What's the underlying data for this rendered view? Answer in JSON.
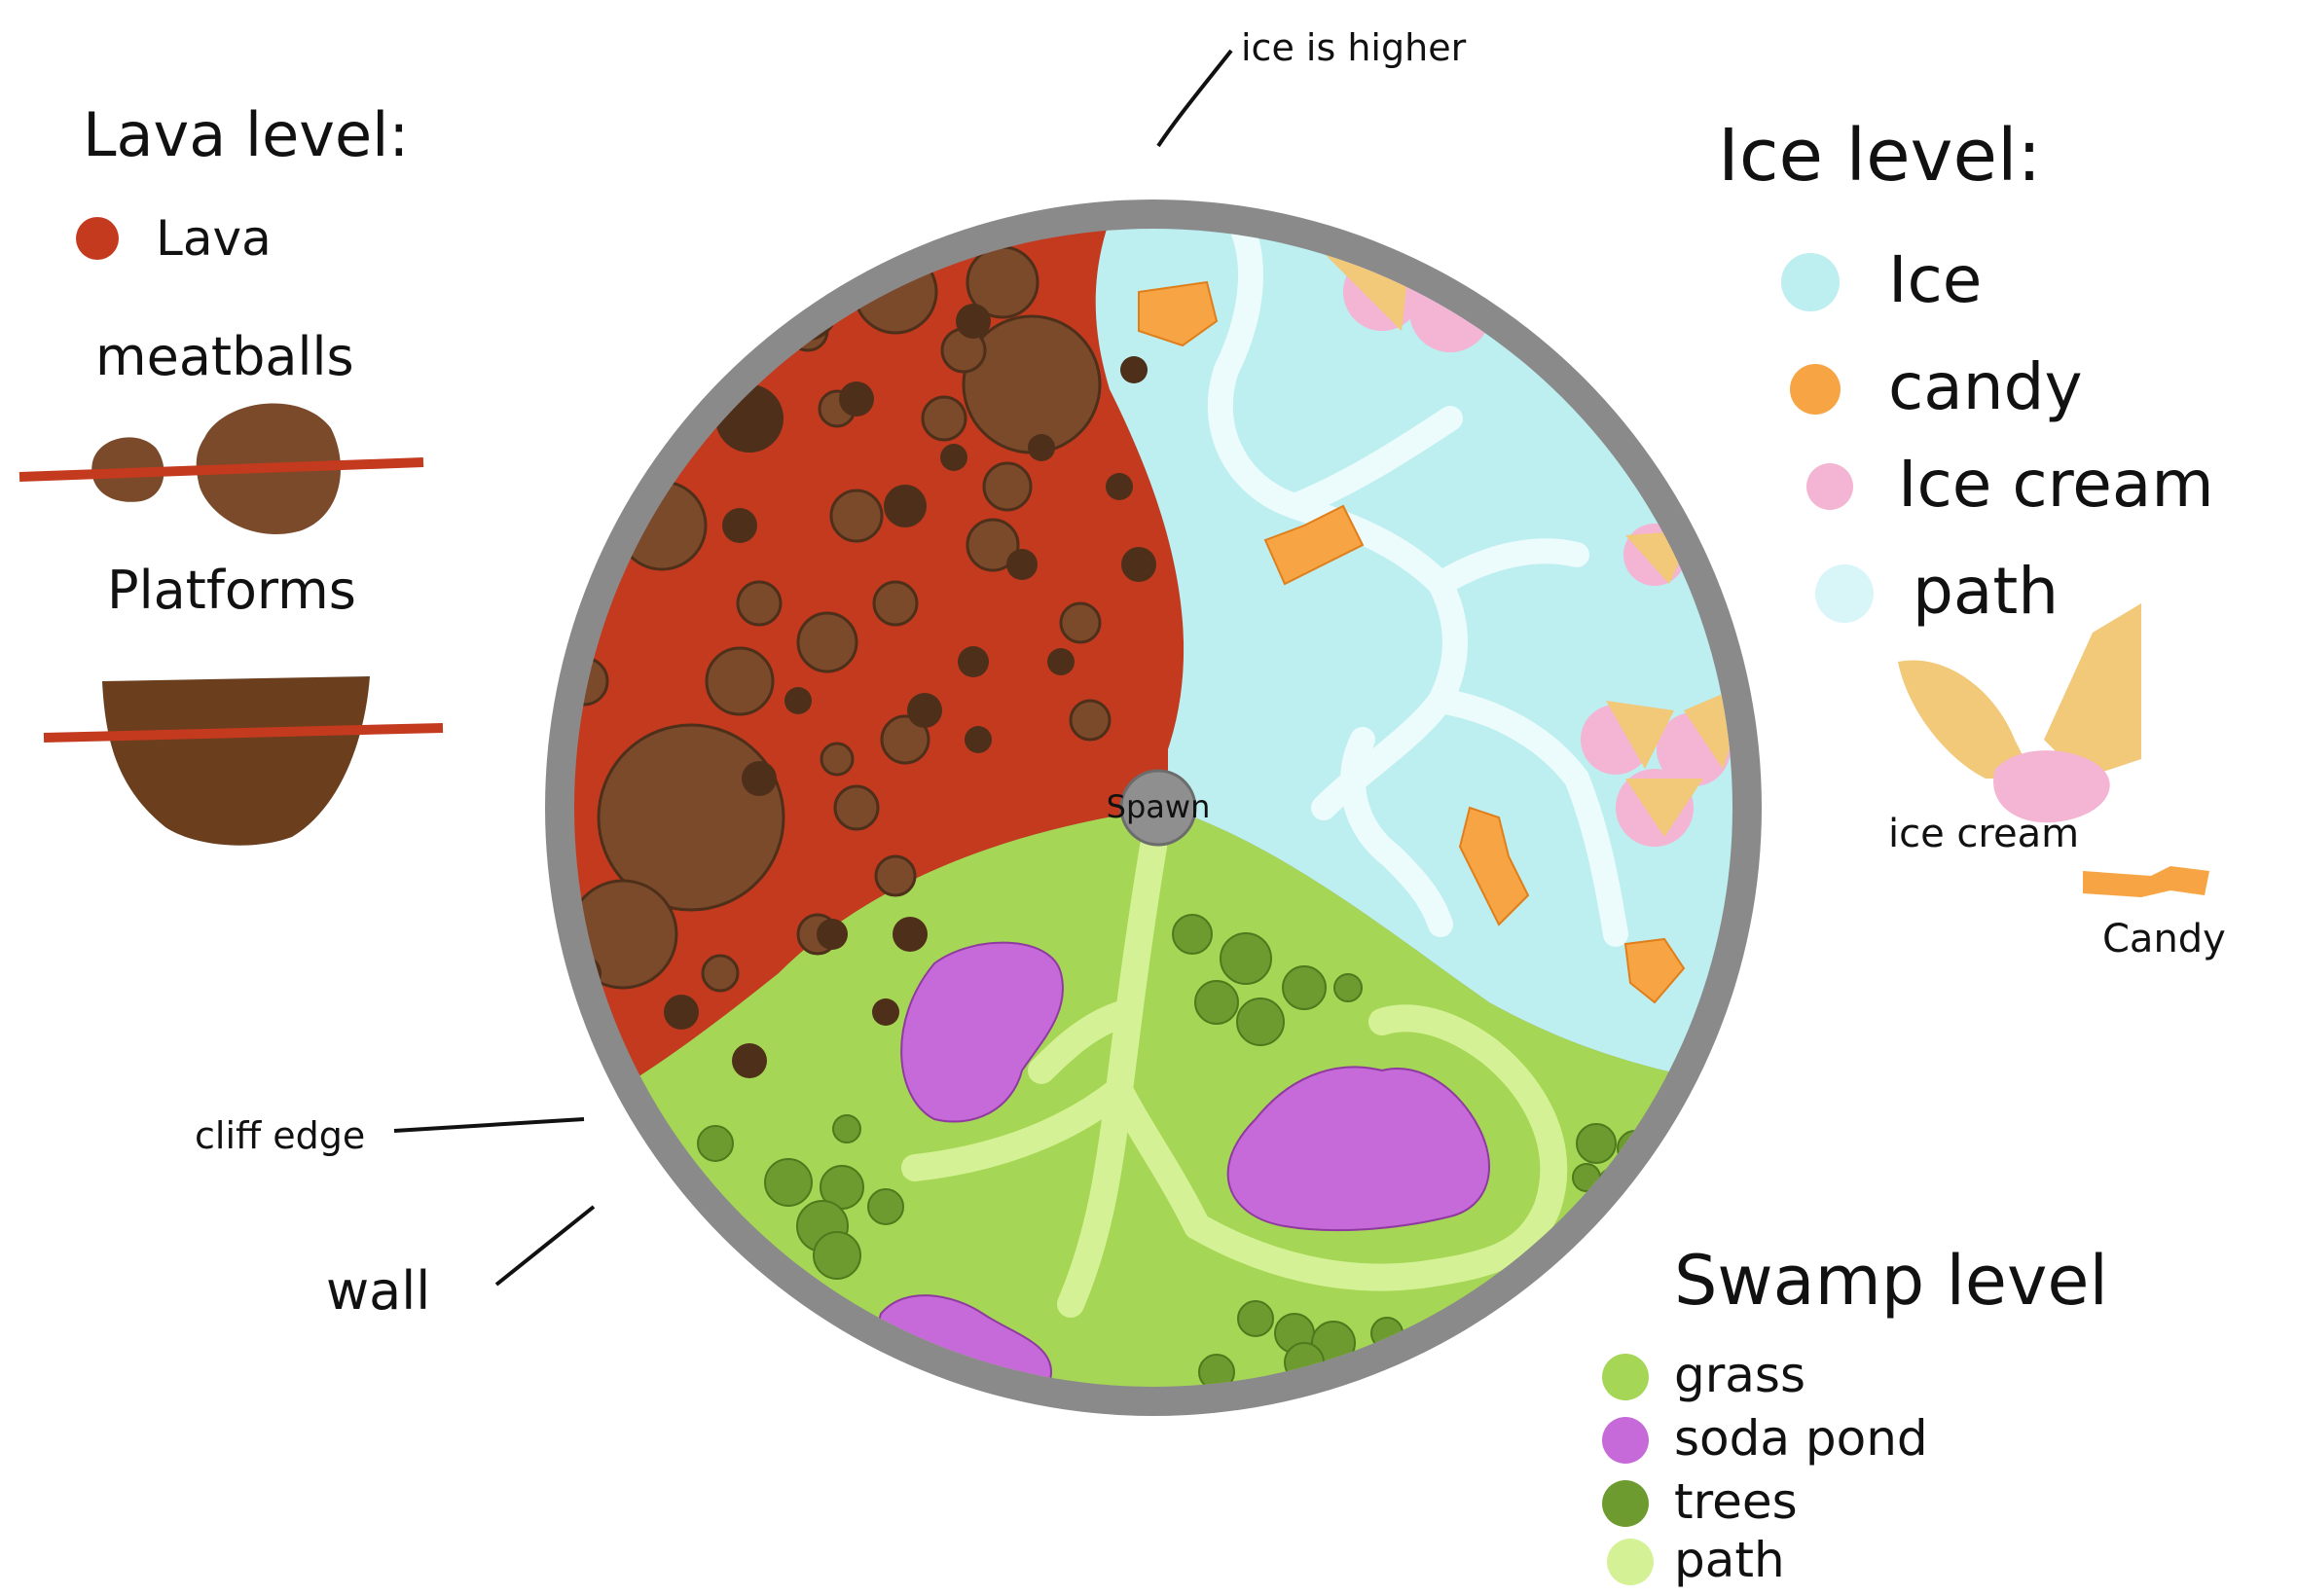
{
  "map": {
    "zones": {
      "lava": "Lava level",
      "ice": "Ice level",
      "swamp": "Swamp level"
    },
    "spawn_label": "Spawn",
    "colors": {
      "wall": "#8a8a8a",
      "lava": "#c33a1f",
      "meatball": "#7a4a2a",
      "meatball_dark": "#4e2f1a",
      "ice": "#bdeef0",
      "ice_path": "#ecfbfc",
      "candy": "#f7a544",
      "ice_cream_pink": "#f4b4d4",
      "cone": "#f2c879",
      "grass": "#a6d655",
      "grass_path": "#d4f295",
      "soda_pond": "#c56ad8",
      "trees": "#6e9b30",
      "spawn": "#8f8f8f"
    }
  },
  "annotations": {
    "ice_is_higher": "ice is higher",
    "cliff_edge": "cliff edge",
    "wall": "wall"
  },
  "lava_legend": {
    "title": "Lava level:",
    "items": [
      {
        "label": "Lava",
        "icon": "lava-dot",
        "color": "#c33a1f"
      }
    ],
    "meatballs_label": "meatballs",
    "platforms_label": "Platforms"
  },
  "ice_legend": {
    "title": "Ice level:",
    "items": [
      {
        "label": "Ice",
        "icon": "ice-dot",
        "color": "#bdeef0"
      },
      {
        "label": "candy",
        "icon": "candy-dot",
        "color": "#f7a544"
      },
      {
        "label": "Ice cream",
        "icon": "ice-cream-dot",
        "color": "#f4b4d4"
      },
      {
        "label": "path",
        "icon": "path-dot",
        "color": "#d8f6f8"
      }
    ],
    "ice_cream_sample_label": "ice cream",
    "candy_sample_label": "Candy"
  },
  "swamp_legend": {
    "title": "Swamp level",
    "items": [
      {
        "label": "grass",
        "icon": "grass-dot",
        "color": "#a6d655"
      },
      {
        "label": "soda pond",
        "icon": "soda-pond-dot",
        "color": "#c56ad8"
      },
      {
        "label": "trees",
        "icon": "tree-dot",
        "color": "#6e9b30"
      },
      {
        "label": "path",
        "icon": "swamp-path-dot",
        "color": "#d4f295"
      }
    ]
  }
}
